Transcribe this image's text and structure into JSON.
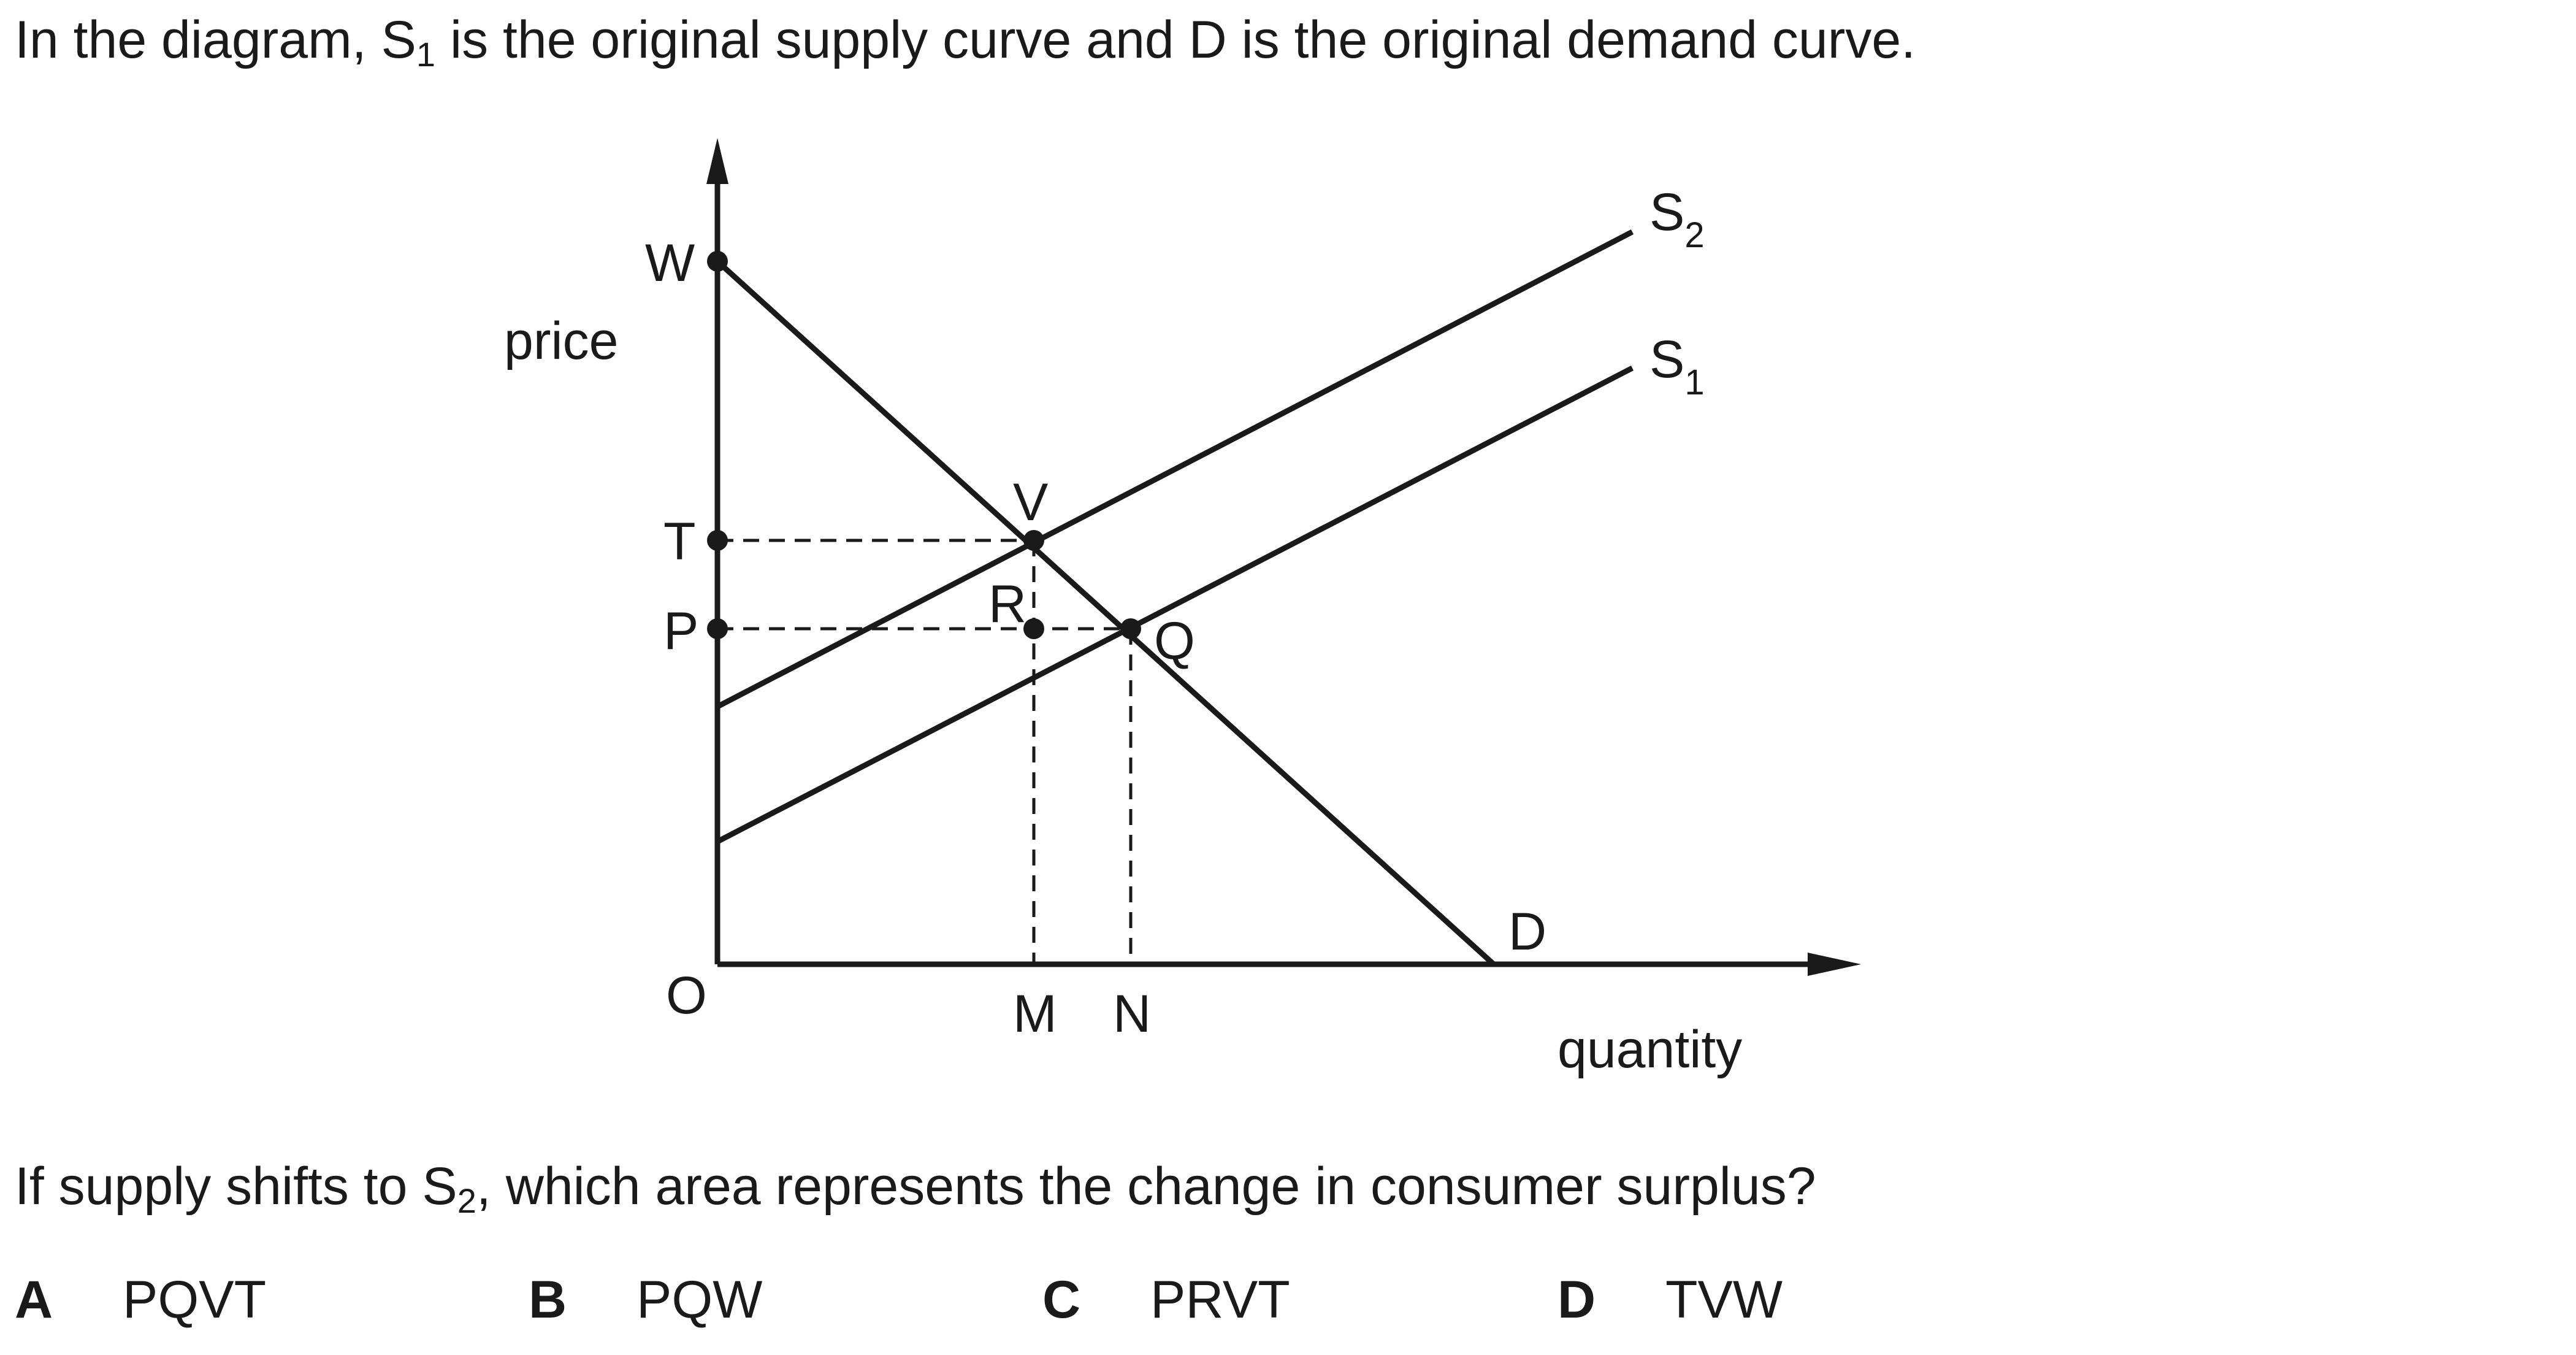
{
  "intro": {
    "before": "In the diagram, S",
    "sub": "1",
    "after": " is the original supply curve and D is the original demand curve."
  },
  "diagram": {
    "y_axis_label": "price",
    "x_axis_label": "quantity",
    "origin_label": "O",
    "price_labels": {
      "W": "W",
      "T": "T",
      "P": "P"
    },
    "quantity_labels": {
      "M": "M",
      "N": "N"
    },
    "point_labels": {
      "V": "V",
      "R": "R",
      "Q": "Q"
    },
    "demand_label": "D",
    "s2_label": {
      "letter": "S",
      "sub": "2"
    },
    "s1_label": {
      "letter": "S",
      "sub": "1"
    },
    "line_color": "#1a1a1a"
  },
  "question": {
    "before": "If supply shifts to S",
    "sub": "2",
    "after": ", which area represents the change in consumer surplus?"
  },
  "options": [
    {
      "letter": "A",
      "text": "PQVT"
    },
    {
      "letter": "B",
      "text": "PQW"
    },
    {
      "letter": "C",
      "text": "PRVT"
    },
    {
      "letter": "D",
      "text": "TVW"
    }
  ]
}
